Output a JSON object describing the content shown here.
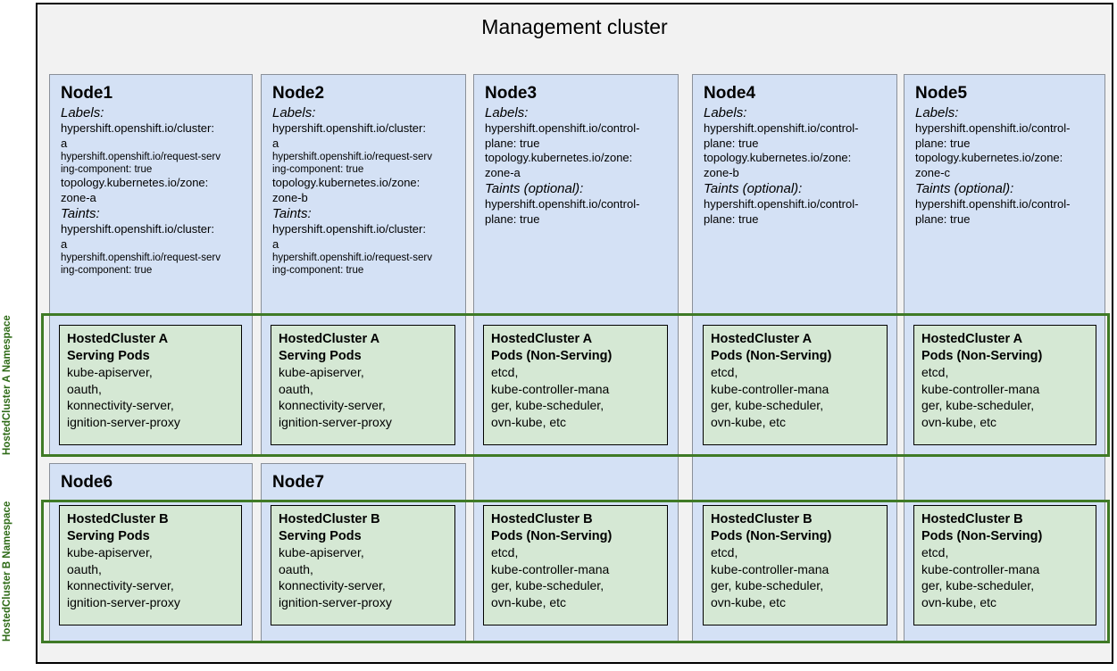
{
  "diagram": {
    "title": "Management cluster",
    "namespaces": [
      {
        "id": "ns-a",
        "label": "HostedCluster A\nNamespace",
        "line1": "HostedCluster A",
        "line2": "Namespace",
        "color": "#2e6b17"
      },
      {
        "id": "ns-b",
        "label": "HostedCluster B\nNamespace",
        "line1": "HostedCluster B",
        "line2": "Namespace",
        "color": "#2e6b17"
      }
    ],
    "colors": {
      "node_fill": "#d4e1f5",
      "node_border": "#8a9099",
      "pod_fill": "#d5e8d4",
      "pod_border": "#000000",
      "namespace_border": "#3f7a26",
      "namespace_text": "#2e6b17",
      "frame_fill": "#f2f2f2",
      "frame_border": "#000000"
    },
    "nodes": [
      {
        "name": "Node1",
        "labels_heading": "Labels:",
        "labels": [
          "hypershift.openshift.io/cluster:",
          "a",
          "hypershift.openshift.io/request-serv",
          "ing-component: true",
          "topology.kubernetes.io/zone:",
          "zone-a"
        ],
        "taints_heading": "Taints:",
        "taints": [
          "hypershift.openshift.io/cluster:",
          "a",
          "hypershift.openshift.io/request-serv",
          "ing-component: true"
        ]
      },
      {
        "name": "Node2",
        "labels_heading": "Labels:",
        "labels": [
          "hypershift.openshift.io/cluster:",
          "a",
          "hypershift.openshift.io/request-serv",
          "ing-component: true",
          "topology.kubernetes.io/zone:",
          "zone-b"
        ],
        "taints_heading": "Taints:",
        "taints": [
          "hypershift.openshift.io/cluster:",
          "a",
          "hypershift.openshift.io/request-serv",
          "ing-component: true"
        ]
      },
      {
        "name": "Node3",
        "labels_heading": "Labels:",
        "labels": [
          "hypershift.openshift.io/control-",
          "plane: true",
          "topology.kubernetes.io/zone:",
          "zone-a"
        ],
        "taints_heading": "Taints (optional):",
        "taints": [
          "hypershift.openshift.io/control-",
          "plane: true"
        ]
      },
      {
        "name": "Node4",
        "labels_heading": "Labels:",
        "labels": [
          "hypershift.openshift.io/control-",
          "plane: true",
          "topology.kubernetes.io/zone:",
          "zone-b"
        ],
        "taints_heading": "Taints (optional):",
        "taints": [
          "hypershift.openshift.io/control-",
          "plane: true"
        ]
      },
      {
        "name": "Node5",
        "labels_heading": "Labels:",
        "labels": [
          "hypershift.openshift.io/control-",
          "plane: true",
          "topology.kubernetes.io/zone:",
          "zone-c"
        ],
        "taints_heading": "Taints (optional):",
        "taints": [
          "hypershift.openshift.io/control-",
          "plane: true"
        ]
      },
      {
        "name": "Node6"
      },
      {
        "name": "Node7"
      }
    ],
    "pods": {
      "a_serving": {
        "title_line1": "HostedCluster A",
        "title_line2": "Serving Pods",
        "items": [
          "kube-apiserver,",
          "oauth,",
          "konnectivity-server,",
          "ignition-server-proxy"
        ]
      },
      "a_nonserving": {
        "title_line1": "HostedCluster A",
        "title_line2": "Pods (Non-Serving)",
        "items": [
          "etcd,",
          "kube-controller-mana",
          "ger, kube-scheduler,",
          "ovn-kube, etc"
        ]
      },
      "b_serving": {
        "title_line1": "HostedCluster B",
        "title_line2": "Serving Pods",
        "items": [
          "kube-apiserver,",
          "oauth,",
          "konnectivity-server,",
          "ignition-server-proxy"
        ]
      },
      "b_nonserving": {
        "title_line1": "HostedCluster B",
        "title_line2": "Pods (Non-Serving)",
        "items": [
          "etcd,",
          "kube-controller-mana",
          "ger, kube-scheduler,",
          "ovn-kube, etc"
        ]
      }
    }
  }
}
